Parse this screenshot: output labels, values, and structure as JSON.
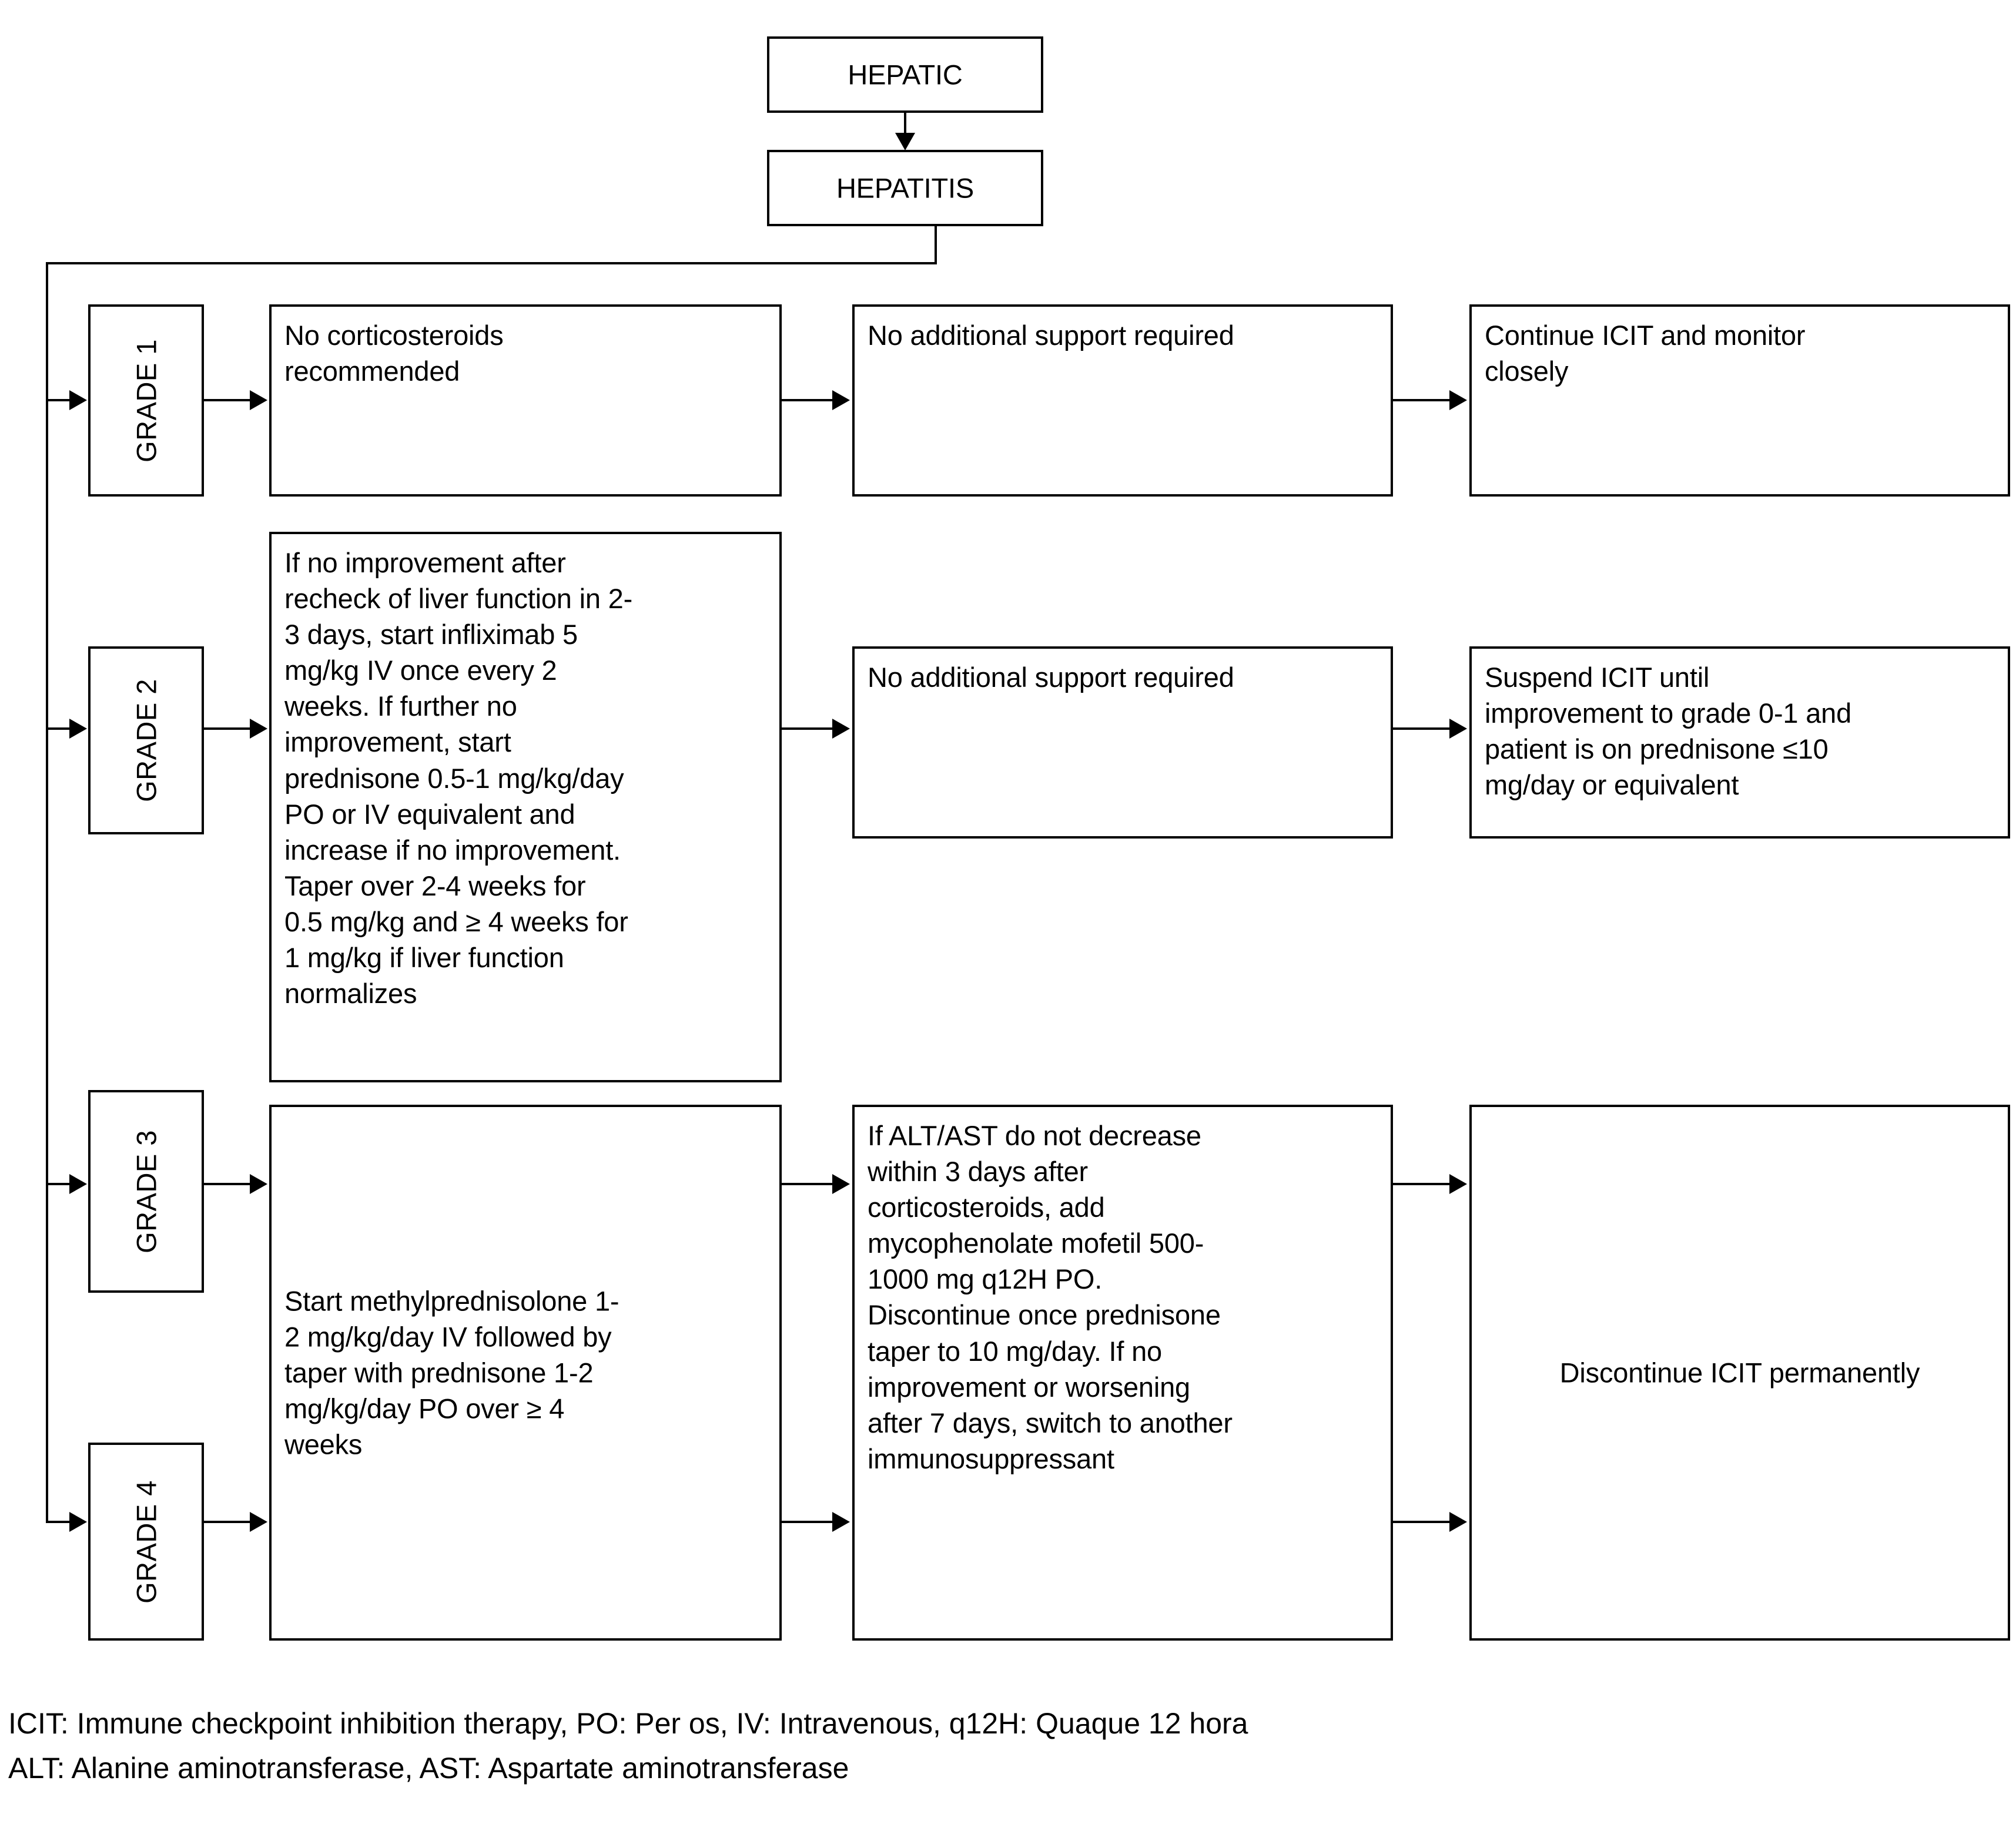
{
  "diagram": {
    "title": "HEPATIC",
    "subtitle": "HEPATITIS",
    "root": {
      "label": "HEPATIC"
    },
    "condition": {
      "label": "HEPATITIS"
    },
    "columns": [
      "grade",
      "corticosteroid_management",
      "additional_support",
      "icit_disposition"
    ],
    "rows": [
      {
        "grade": "GRADE 1",
        "management": "No corticosteroids\nrecommended",
        "support": "No additional support required",
        "disposition": "Continue ICIT and monitor\nclosely"
      },
      {
        "grade": "GRADE 2",
        "management": "If no improvement after\nrecheck of liver function in 2-\n3 days, start infliximab 5\nmg/kg IV once every 2\nweeks. If further no\nimprovement, start\nprednisone 0.5-1 mg/kg/day\nPO or IV equivalent and\nincrease if no improvement.\nTaper over 2-4 weeks for\n0.5 mg/kg and ≥ 4 weeks for\n1 mg/kg if liver function\nnormalizes",
        "support": "No additional support required",
        "disposition": "Suspend ICIT until\nimprovement to grade 0-1 and\npatient is on prednisone ≤10\nmg/day or equivalent"
      },
      {
        "grade": "GRADE 3",
        "management": "Start methylprednisolone 1-\n2 mg/kg/day IV followed by\ntaper with prednisone 1-2\nmg/kg/day PO over ≥ 4\nweeks",
        "support": "If ALT/AST do not decrease\nwithin 3 days after\ncorticosteroids, add\nmycophenolate mofetil 500-\n1000 mg q12H PO.\nDiscontinue once prednisone\ntaper to 10 mg/day. If no\nimprovement or worsening\nafter 7 days, switch to another\nimmunosuppressant",
        "disposition": "Discontinue ICIT permanently"
      },
      {
        "grade": "GRADE 4",
        "management": "",
        "support": "",
        "disposition": ""
      }
    ],
    "legend": [
      "ICIT: Immune checkpoint inhibition therapy, PO: Per os, IV: Intravenous, q12H: Quaque 12 hora",
      "ALT: Alanine aminotransferase, AST: Aspartate aminotransferase"
    ],
    "colors": {
      "stroke": "#000000",
      "fill": "#ffffff",
      "text": "#000000"
    }
  }
}
